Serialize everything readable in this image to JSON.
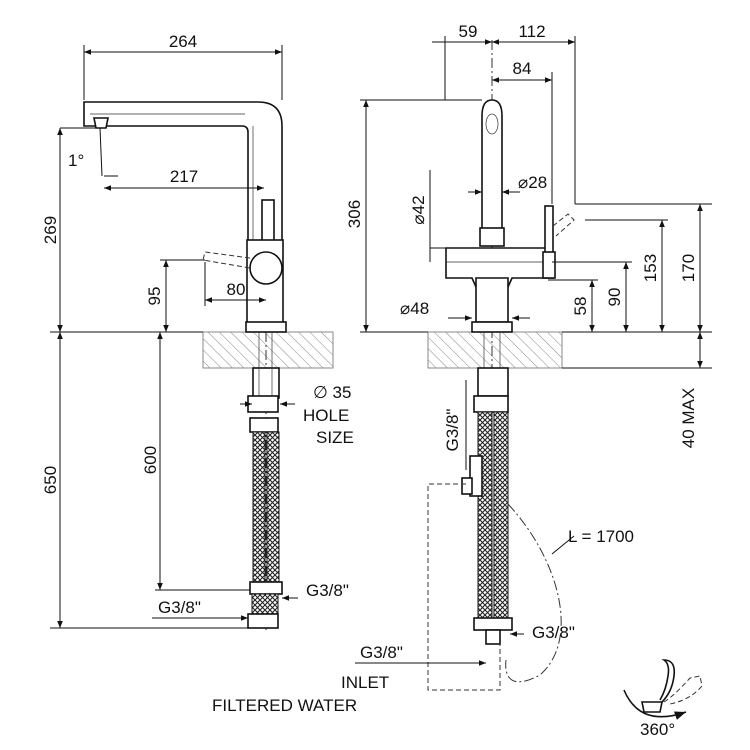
{
  "dimensions": {
    "spout_reach": "264",
    "spout_tilt": "1°",
    "spout_inner_reach": "217",
    "side_height": "269",
    "lever_height": "95",
    "lever_offset": "80",
    "under_counter": "650",
    "hose_length": "600",
    "front_59": "59",
    "front_112": "112",
    "front_84": "84",
    "total_height": "306",
    "dia_42": "⌀42",
    "dia_28": "⌀28",
    "dia_48": "⌀48",
    "h_170": "170",
    "h_153": "153",
    "h_90": "90",
    "h_58": "58",
    "max_40": "40 MAX"
  },
  "labels": {
    "hole_dia": "∅ 35",
    "hole_line1": "HOLE",
    "hole_line2": "SIZE",
    "thread_side_right": "G3/8\"",
    "thread_side_left": "G3/8\"",
    "thread_front_vertical": "G3/8\"",
    "thread_front_right": "G3/8\"",
    "thread_front_left": "G3/8\"",
    "hose": "L = 1700",
    "inlet_line1": "INLET",
    "inlet_line2": "FILTERED WATER",
    "rotation": "360°"
  },
  "colors": {
    "line": "#111111",
    "hatch": "#888888",
    "background": "#ffffff"
  }
}
